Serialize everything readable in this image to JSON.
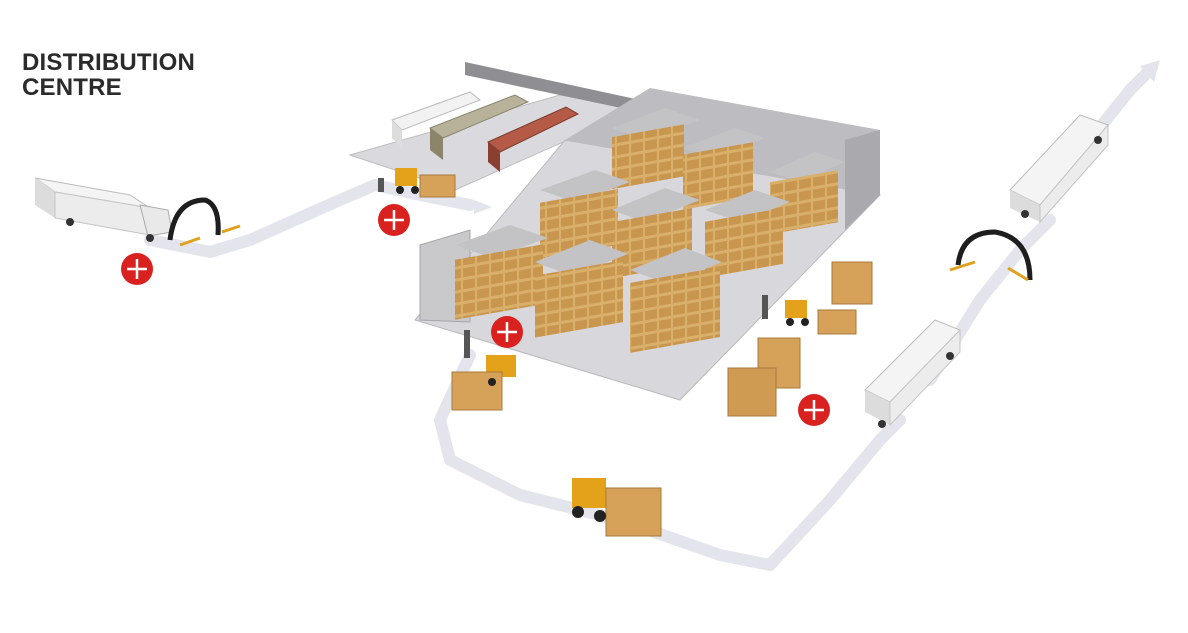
{
  "title": {
    "line1": "DISTRIBUTION",
    "line2": "CENTRE"
  },
  "colors": {
    "hotspot": "#d9221f",
    "path": "#e4e4ec",
    "box": "#d6a25a",
    "forklift": "#e3a21a",
    "floor": "#d8d8dc",
    "wall": "#c9c9cc",
    "rack": "#8a8a90"
  },
  "icons": {
    "hotspot": "plus-circle-icon",
    "flow": "arrow-icon"
  },
  "hotspots": [
    {
      "id": "inbound-gate"
    },
    {
      "id": "goods-receiving"
    },
    {
      "id": "storage-racks"
    },
    {
      "id": "order-picking"
    }
  ]
}
